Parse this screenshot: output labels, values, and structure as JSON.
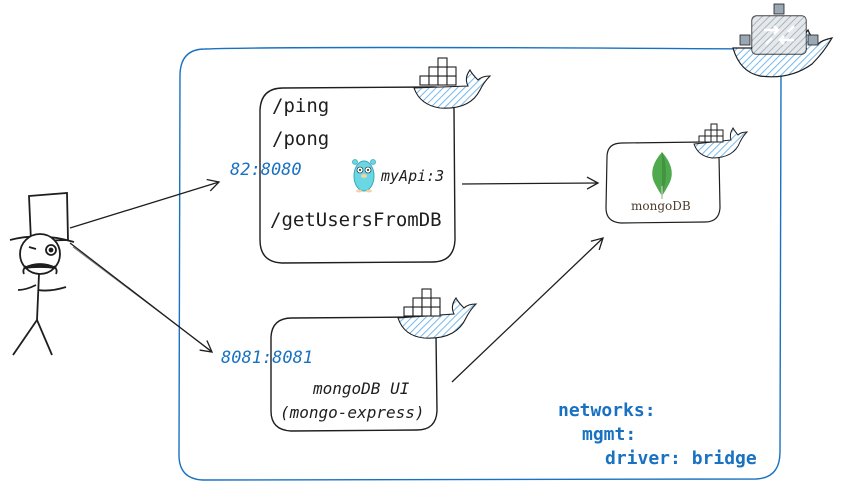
{
  "api_service": {
    "routes": [
      "/ping",
      "/pong",
      "/getUsersFromDB"
    ],
    "name": "myApi:3",
    "port": "82:8080"
  },
  "mongo_ui_service": {
    "name_line1": "mongoDB UI",
    "name_line2": "(mongo-express)",
    "port": "8081:8081"
  },
  "mongodb_service": {
    "logo_text": "mongoDB"
  },
  "network_config": {
    "line1": "networks:",
    "line2": "mgmt:",
    "line3": "driver: bridge"
  },
  "colors": {
    "accent": "#1971c2",
    "stroke": "#1e1e1e",
    "docker_blue": "#a5d8ff",
    "mongo_green": "#4fa94d",
    "gopher_blue": "#6ad7e5"
  },
  "icons": [
    "docker-whale-icon",
    "network-switch-icon",
    "mongodb-leaf-icon",
    "go-gopher-icon",
    "stick-figure-user-icon"
  ]
}
